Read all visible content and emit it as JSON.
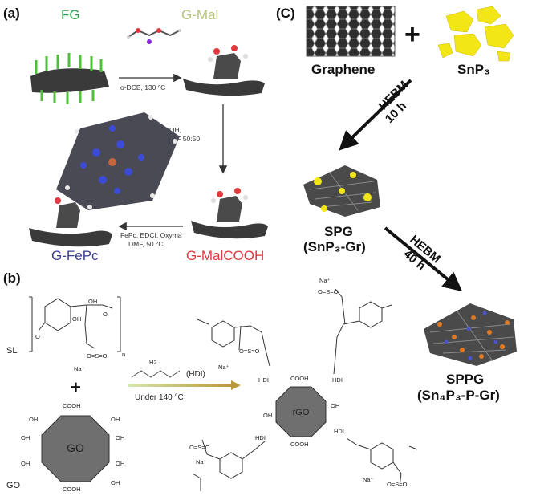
{
  "panel_a": {
    "label": "(a)",
    "molecules": {
      "fg": "FG",
      "g_mal": "G-Mal",
      "g_fepc": "G-FePc",
      "g_malcooh": "G-MalCOOH"
    },
    "conditions": {
      "step1": "o-DCB, 130 °C",
      "step2_line1": "NaOH,",
      "step2_line2": "MeOH:THF 50:50",
      "step3_line1": "FePc, EDCI, Oxyma",
      "step3_line2": "DMF, 50 °C"
    },
    "colors": {
      "fg": "#2e9e4f",
      "g_mal": "#b7c27a",
      "g_fepc": "#3a3d8f",
      "g_malcooh": "#e03a3e"
    }
  },
  "panel_b": {
    "label": "(b)",
    "sl_label": "SL",
    "subscript_n": "n",
    "plus": "+",
    "go_center": "GO",
    "go_label": "GO",
    "hdi_label": "(HDI)",
    "hdi_h2": "H2",
    "condition": "Under 140 °C",
    "rgo_center": "rGO",
    "cooh": "COOH",
    "oh": "OH",
    "na": "Na⁺",
    "hdi_link": "HDI",
    "o": "O",
    "so3": "O=S=O"
  },
  "panel_c": {
    "label": "(C)",
    "graphene": "Graphene",
    "plus": "+",
    "snp3": "SnP₃",
    "hebm1_line1": "HEBM",
    "hebm1_line2": "10 h",
    "spg_line1": "SPG",
    "spg_line2": "(SnP₃-Gr)",
    "hebm2_line1": "HEBM",
    "hebm2_line2": "40 h",
    "sppg_line1": "SPPG",
    "sppg_line2": "(Sn₄P₃-P-Gr)",
    "colors": {
      "snp3": "#f2e616",
      "graphene": "#3b3b3b",
      "phosphorus": "#e07a22"
    }
  }
}
